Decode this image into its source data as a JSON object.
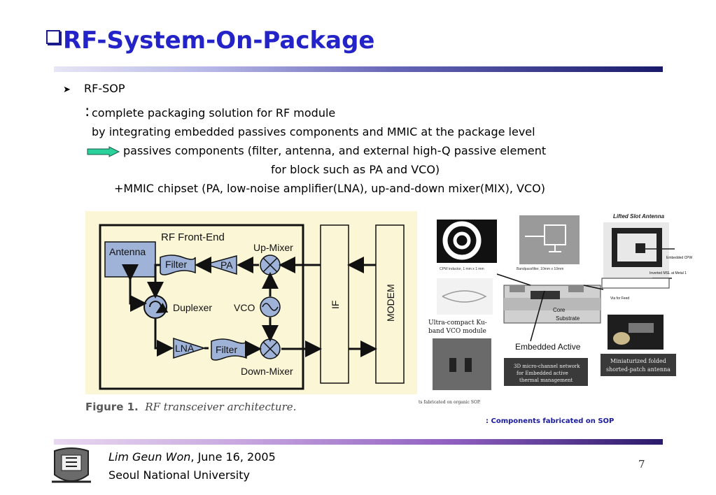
{
  "slide": {
    "title": "RF-System-On-Package",
    "bullet": "RF-SOP",
    "colon": ":",
    "line1": "complete packaging solution for RF module",
    "line2": "by integrating embedded passives components and MMIC at the package level",
    "line3": "passives components (filter, antenna, and external high-Q passive element",
    "line4": "for block such as PA and VCO)",
    "line5": "+MMIC chipset (PA, low-noise amplifier(LNA), up-and-down mixer(MIX), VCO)"
  },
  "figure": {
    "rf_front_end": "RF Front-End",
    "antenna": "Antenna",
    "filter_top": "Filter",
    "pa": "PA",
    "up_mixer": "Up-Mixer",
    "duplexer": "Duplexer",
    "vco": "VCO",
    "lna": "LNA",
    "filter_bottom": "Filter",
    "down_mixer": "Down-Mixer",
    "if": "IF",
    "modem": "MODEM",
    "caption_label": "Figure 1.",
    "caption_text": "RF transceiver architecture."
  },
  "photos": {
    "cpw_inductor": "CPW inductor, 1 mm x 1 mm",
    "bandpass": "Bandpassfilter, 10mm x 10mm",
    "lifted_slot": "Lifted Slot Antenna",
    "embedded_cpw": "Embedded CPW",
    "inverted_msl": "Inverted MSL at Metal 1",
    "via_for_feed": "Via for Feed",
    "core_substrate": "Core Substrate",
    "ku_vco_line1": "Ultra-compact Ku-",
    "ku_vco_line2": "band VCO module",
    "embedded_active": "Embedded Active",
    "microchannel_1": "3D micro-channel network",
    "microchannel_2": "for Embedded active",
    "microchannel_3": "thermal management",
    "folded_1": "Miniaturized folded",
    "folded_2": "shorted-patch antenna",
    "fabricated_small": "ts fabricated on organic SOP.",
    "caption": ": Components fabricated on SOP"
  },
  "footer": {
    "author": "Lim Geun Won",
    "date": ", June 16, 2005",
    "university": "Seoul National University",
    "page": "7"
  },
  "colors": {
    "title": "#2323c8",
    "figure_bg": "#fbf6d6",
    "block_fill": "#9fb3d8",
    "arrow_fill": "#2ad29a"
  }
}
